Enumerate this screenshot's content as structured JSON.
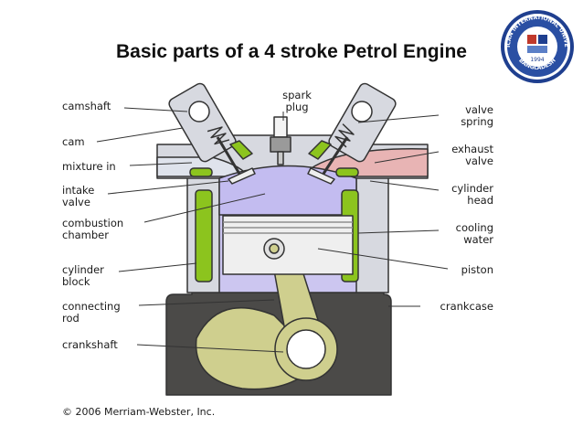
{
  "title": "Basic parts of a 4 stroke Petrol Engine",
  "logo": {
    "top_text": "AMERICAN INTERNATIONAL UNIVERSITY",
    "bottom_text": "BANGLADESH",
    "year": "1994"
  },
  "labels": {
    "camshaft": "camshaft",
    "cam": "cam",
    "mixture_in": "mixture in",
    "intake_valve": "intake\nvalve",
    "combustion_chamber": "combustion\nchamber",
    "cylinder_block": "cylinder\nblock",
    "connecting_rod": "connecting\nrod",
    "crankshaft": "crankshaft",
    "spark_plug": "spark\nplug",
    "valve_spring": "valve\nspring",
    "exhaust_valve": "exhaust\nvalve",
    "cylinder_head": "cylinder\nhead",
    "cooling_water": "cooling\nwater",
    "piston": "piston",
    "crankcase": "crankcase"
  },
  "copyright": "© 2006 Merriam-Webster, Inc.",
  "colors": {
    "head_gray": "#d7d9e0",
    "chamber_purple": "#ccc6f0",
    "coolant_green": "#8cc41e",
    "crankcase_dark": "#4b4a48",
    "crank_olive": "#cfcf8e",
    "exhaust_red": "#e8b4b4",
    "outline": "#333333"
  }
}
